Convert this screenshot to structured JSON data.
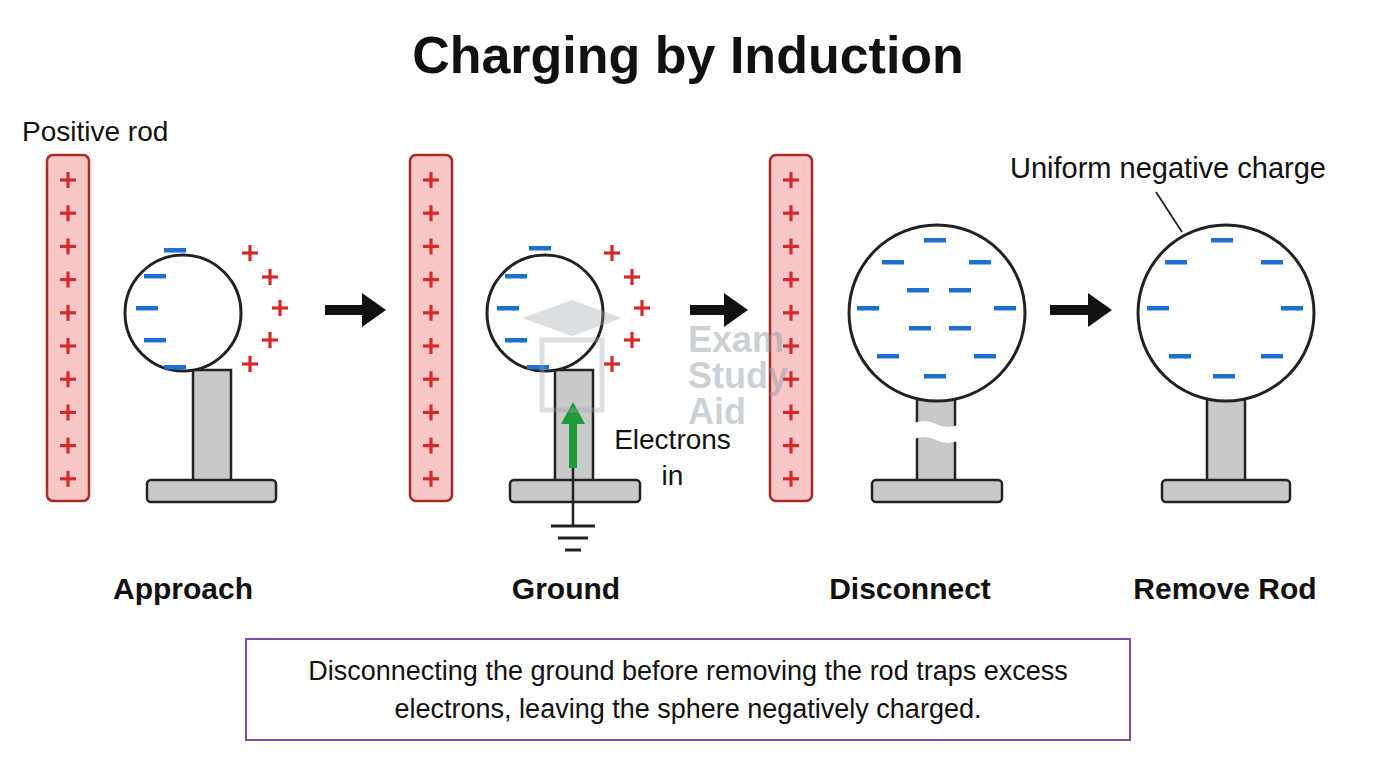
{
  "diagram": {
    "title": "Charging by Induction",
    "caption": "Disconnecting the ground before removing the rod traps excess electrons, leaving the sphere negatively charged.",
    "labels": [
      "Positive rod",
      "Uniform negative charge",
      "Electrons in",
      "Approach",
      "Ground",
      "Disconnect",
      "Remove Rod",
      "Exam Study Aid"
    ]
  }
}
